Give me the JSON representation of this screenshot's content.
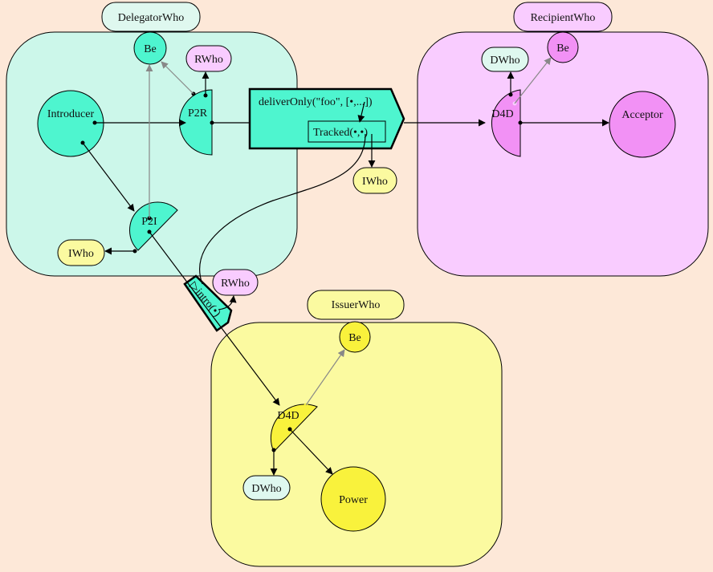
{
  "colors": {
    "background": "#fde8d8",
    "delegator_fill": "#ccf7ea",
    "delegator_accent": "#4ef5cf",
    "recipient_fill": "#f9ccff",
    "recipient_accent": "#f291f5",
    "issuer_fill": "#fbfaa0",
    "issuer_accent": "#f9f23c",
    "neutral_tag": "#dff8ef"
  },
  "delegator": {
    "title": "DelegatorWho",
    "be": "Be",
    "rwho": "RWho",
    "introducer": "Introducer",
    "p2r": "P2R",
    "p2i": "P2I",
    "iwho": "IWho"
  },
  "recipient": {
    "title": "RecipientWho",
    "dwho": "DWho",
    "be": "Be",
    "d4d": "D4D",
    "acceptor": "Acceptor"
  },
  "issuer": {
    "title": "IssuerWho",
    "be": "Be",
    "d4d": "D4D",
    "dwho": "DWho",
    "power": "Power"
  },
  "message": {
    "call": "deliverOnly(\"foo\", [",
    "call_bullet": "•",
    "call_tail": ",...])",
    "tracked": "Tracked(",
    "tracked_bullets": "•,•",
    "tracked_close": ")",
    "iwho": "IWho"
  },
  "intro_msg": {
    "prefix": "▷",
    "label": "intro(",
    "bullet": "•",
    "close": ")",
    "rwho": "RWho"
  }
}
